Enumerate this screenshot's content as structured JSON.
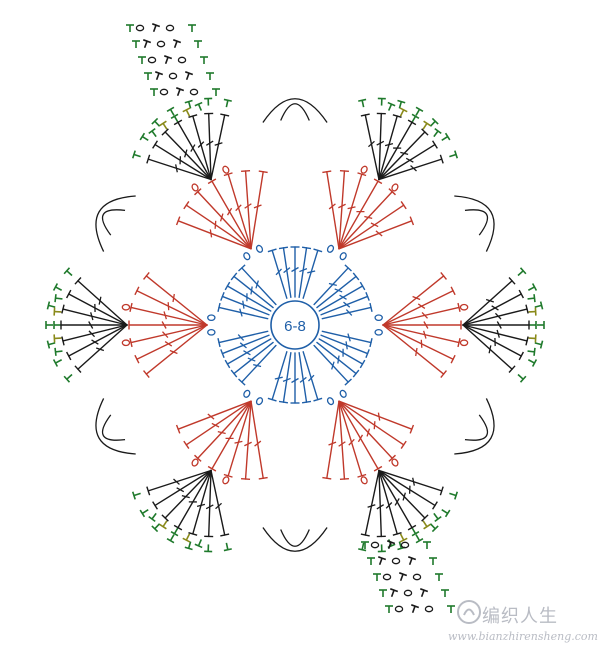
{
  "center_label": "6-8",
  "watermark": {
    "brand": "编织人生",
    "url": "www.bianzhirensheng.com"
  },
  "colors": {
    "round1": "#1f5fa8",
    "round2": "#c0392b",
    "round3": "#1a1a1a",
    "edge": "#1f7a2c",
    "background": "#ffffff"
  },
  "symbols": {
    "chain": "oval",
    "single_crochet": "T-mark",
    "double_crochet": "crossed-stem"
  }
}
